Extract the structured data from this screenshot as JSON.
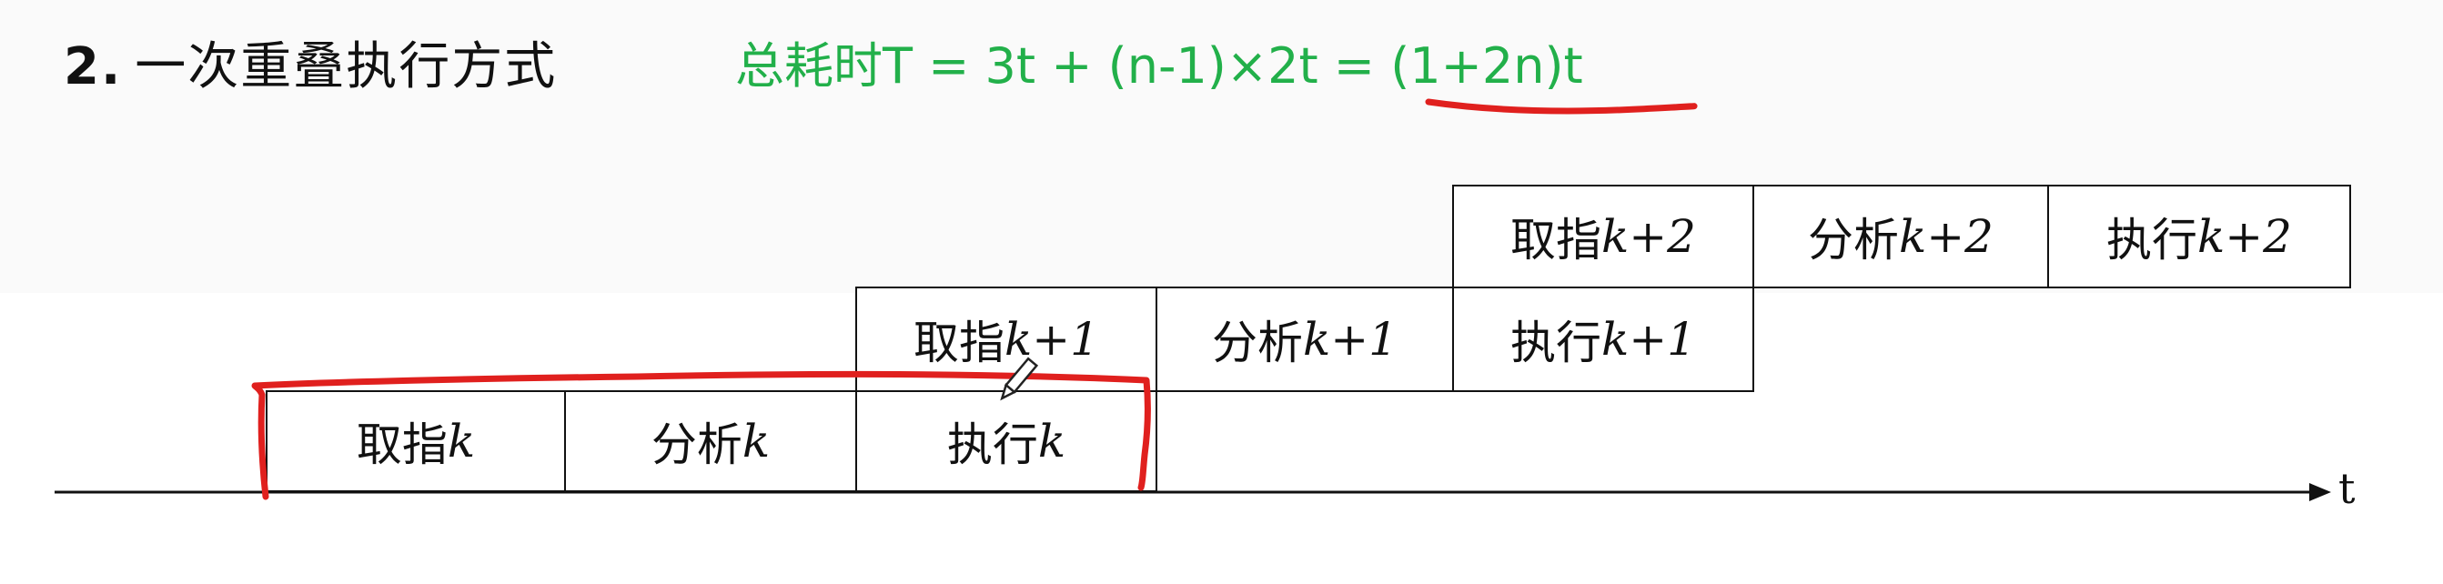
{
  "heading": {
    "number": "2.",
    "text": "一次重叠执行方式"
  },
  "formula": "总耗时T = 3t + (n-1)×2t = (1+2n)t",
  "rows": [
    {
      "stages": [
        {
          "name": "取指",
          "suffix": "k+2"
        },
        {
          "name": "分析",
          "suffix": "k+2"
        },
        {
          "name": "执行",
          "suffix": "k+2"
        }
      ]
    },
    {
      "stages": [
        {
          "name": "取指",
          "suffix": "k+1"
        },
        {
          "name": "分析",
          "suffix": "k+1"
        },
        {
          "name": "执行",
          "suffix": "k+1"
        }
      ]
    },
    {
      "stages": [
        {
          "name": "取指",
          "suffix": "k"
        },
        {
          "name": "分析",
          "suffix": "k"
        },
        {
          "name": "执行",
          "suffix": "k"
        }
      ]
    }
  ],
  "axis_label": "t",
  "colors": {
    "formula": "#22b04a",
    "annotation": "#e0201e",
    "text": "#111111"
  }
}
